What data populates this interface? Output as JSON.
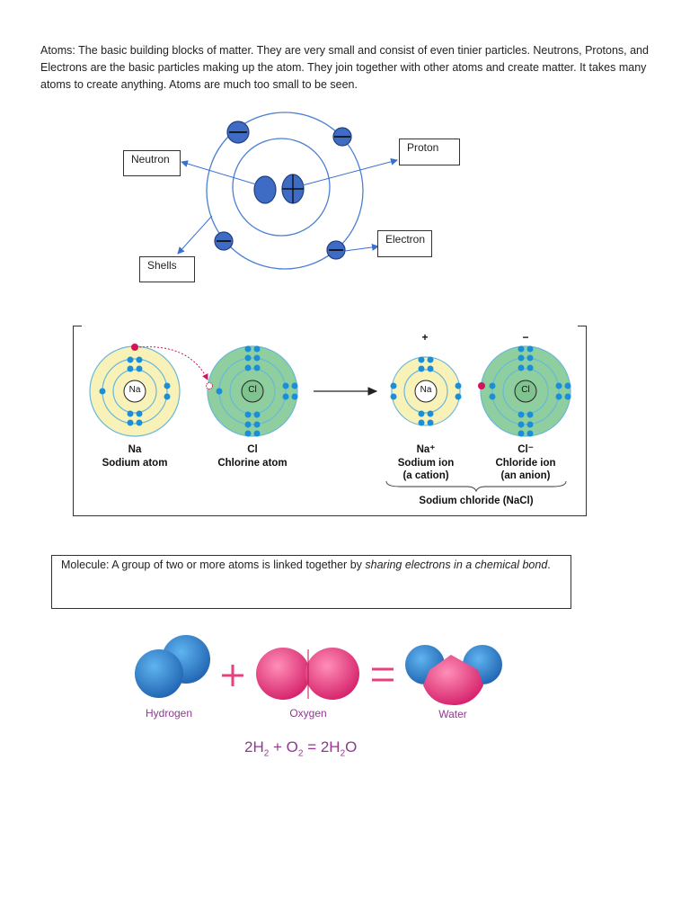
{
  "intro": {
    "text": "Atoms: The basic building blocks of matter. They are very small and consist of even tinier particles. Neutrons, Protons, and Electrons are the basic particles making up the atom. They join together with other atoms and create matter. It takes many atoms to create anything. Atoms are much too small to be seen."
  },
  "atom_diagram": {
    "labels": {
      "neutron": "Neutron",
      "proton": "Proton",
      "electron": "Electron",
      "shells": "Shells"
    }
  },
  "ionic_figure": {
    "na_atom": {
      "symbol": "Na",
      "inner": "Na",
      "caption": "Sodium atom"
    },
    "cl_atom": {
      "symbol": "Cl",
      "inner": "Cl",
      "caption": "Chlorine atom"
    },
    "na_ion": {
      "symbol": "Na⁺",
      "inner": "Na",
      "caption1": "Sodium ion",
      "caption2": "(a cation)",
      "charge": "+"
    },
    "cl_ion": {
      "symbol": "Cl⁻",
      "inner": "Cl",
      "caption1": "Chloride ion",
      "caption2": "(an anion)",
      "charge": "−"
    },
    "compound": "Sodium chloride (NaCl)"
  },
  "molecule": {
    "prefix": "Molecule: A group of two or more atoms is linked together by ",
    "emphasis": "sharing electrons in a chemical bond",
    "suffix": "."
  },
  "water_figure": {
    "hydrogen": "Hydrogen",
    "oxygen": "Oxygen",
    "water": "Water",
    "plus": "+",
    "equals": "=",
    "equation": {
      "p1": "2H",
      "s1": "2",
      "p2": " + O",
      "s2": "2",
      "p3": " = 2H",
      "s3": "2",
      "p4": "O"
    },
    "colors": {
      "hydrogen": "#2f7fcf",
      "oxygen": "#e8407e",
      "text": "#8e3a8e"
    }
  }
}
